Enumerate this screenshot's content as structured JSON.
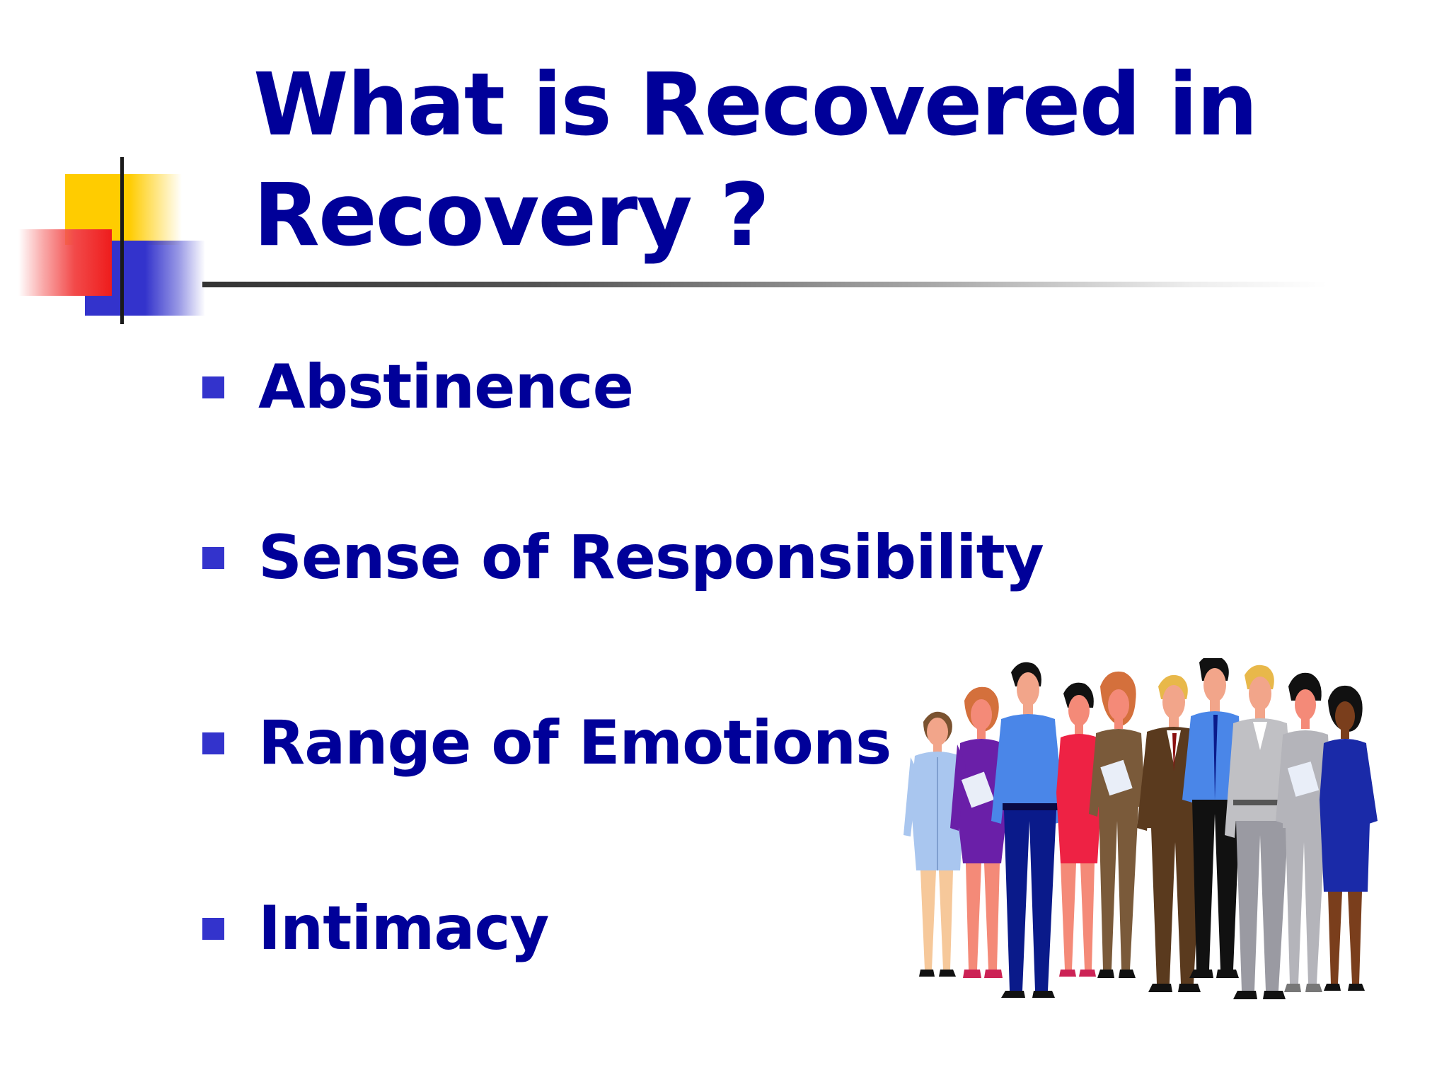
{
  "slide": {
    "title": "What is Recovered in Recovery ?",
    "bullets": [
      {
        "label": "Abstinence"
      },
      {
        "label": "Sense of Responsibility"
      },
      {
        "label": "Range of Emotions"
      },
      {
        "label": "Intimacy"
      }
    ],
    "colors": {
      "title": "#000099",
      "bullet_marker": "#3333cc",
      "accent_yellow": "#ffcc00",
      "accent_red": "#ee1c1c",
      "accent_blue": "#3333cc"
    },
    "clipart": "group-of-people-illustration"
  }
}
